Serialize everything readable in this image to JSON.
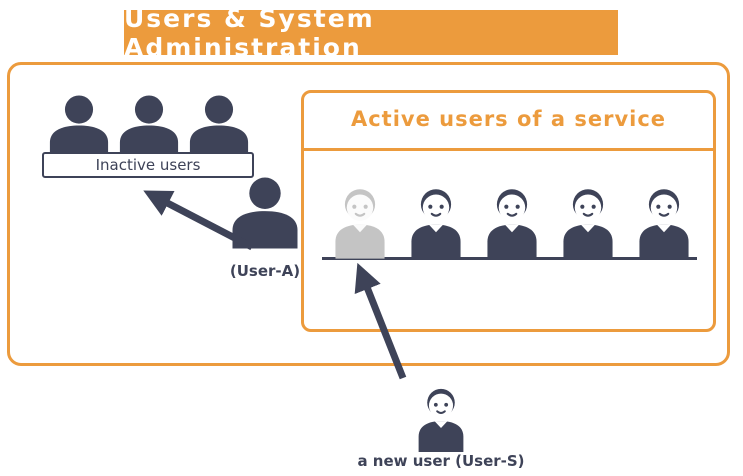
{
  "header": {
    "title": "Users & System Administration"
  },
  "inactive": {
    "label": "Inactive users",
    "count": 3
  },
  "user_a": {
    "label": "(User-A)"
  },
  "active": {
    "title": "Active users of a service",
    "user_count": 5,
    "grayed_index": 0
  },
  "new_user": {
    "label": "a new user (User-S)"
  },
  "colors": {
    "accent_orange": "#EC9B3D",
    "dark_navy": "#3E4358",
    "inactive_gray": "#C4C4C4",
    "background": "#FFFFFF"
  }
}
